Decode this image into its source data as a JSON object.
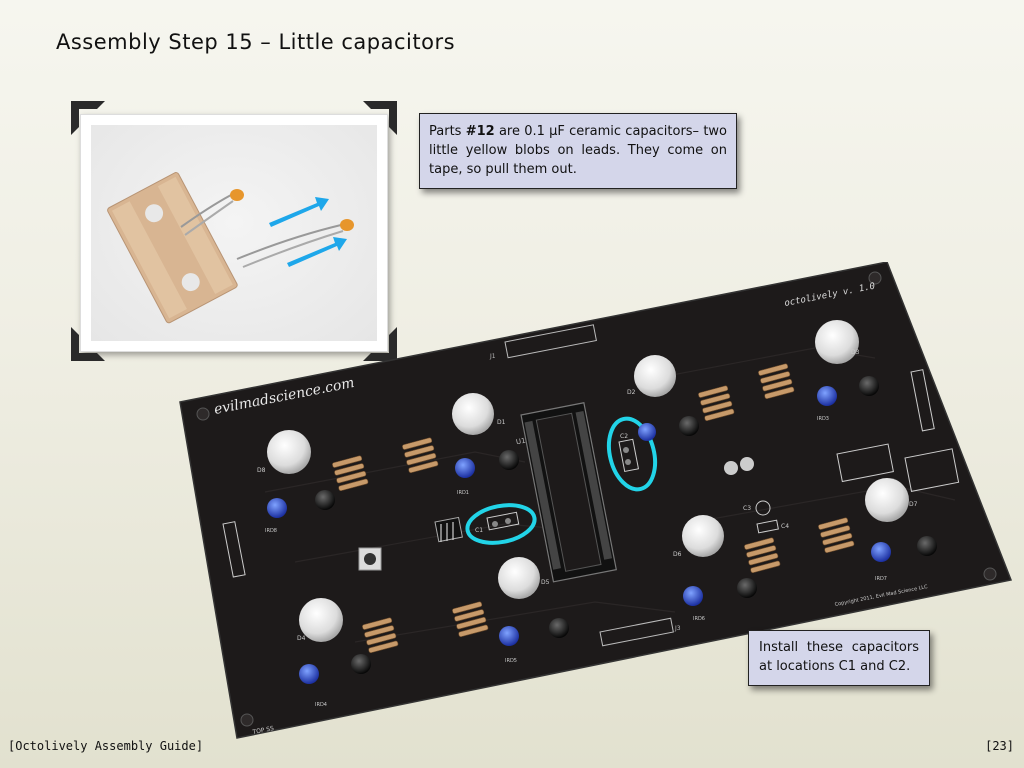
{
  "slide": {
    "title": "Assembly Step 15 – Little capacitors",
    "footer_left": "[Octolively Assembly Guide]",
    "footer_right": "[23]"
  },
  "note1": {
    "prefix": "Parts ",
    "part_number": "#12",
    "text": " are 0.1 µF ceramic capacitors– two little yellow blobs on leads.  They come on tape, so pull them out."
  },
  "note2": {
    "text": "Install these capacitors at locations C1 and C2."
  },
  "pcb": {
    "brand": "evilmadscience.com",
    "model": "octolively v. 1.0",
    "copyright": "Copyright 2011, Evil Mad Science LLC",
    "labels": {
      "d1": "D1",
      "d2": "D2",
      "d3": "D3",
      "d4": "D4",
      "d5": "D5",
      "d6": "D6",
      "d7": "D7",
      "d8": "D8",
      "j1": "J1",
      "j3": "J3",
      "u1": "U1",
      "c1": "C1",
      "c2": "C2",
      "c3": "C3",
      "c4": "C4",
      "ird1": "IRD1",
      "ird3": "IRD3",
      "ird4": "IRD4",
      "ird5": "IRD5",
      "ird6": "IRD6",
      "ird7": "IRD7",
      "ird8": "IRD8",
      "top": "TOP SS"
    }
  },
  "colors": {
    "highlight": "#22d4e8",
    "pcb": "#1d1a1a",
    "note_bg": "#d4d6ea",
    "arrow": "#1ea7ea"
  }
}
